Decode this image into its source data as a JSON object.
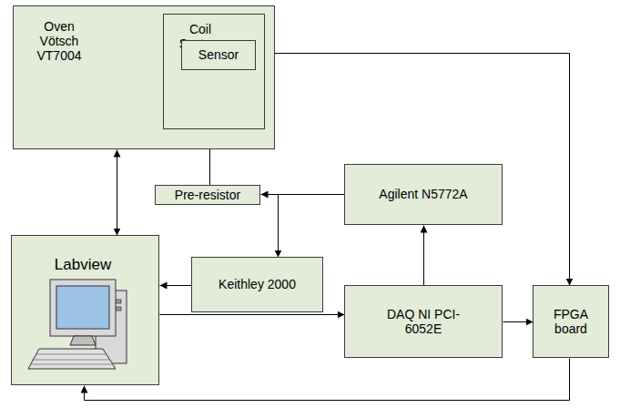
{
  "diagram": {
    "nodes": [
      {
        "text": [
          "Oven Vötsch VT7004"
        ]
      },
      {
        "text": [
          "Coil System"
        ],
        "in": 0
      },
      {
        "text": [
          "Sensor"
        ],
        "in": 1
      },
      {
        "text": [
          "Pre-resistor"
        ]
      },
      {
        "text": [
          "Agilent N5772A"
        ]
      },
      {
        "text": [
          "Labview"
        ]
      },
      {
        "text": [
          "Keithley 2000"
        ]
      },
      {
        "text": [
          "DAQ NI PCI-6052E"
        ]
      },
      {
        "text": [
          "FPGA board"
        ]
      }
    ],
    "edges": [
      {
        "from": 0,
        "to": 5,
        "arrow": "both"
      },
      {
        "from": 3,
        "to": 1,
        "arrow": "to"
      },
      {
        "from": 4,
        "to": 3,
        "arrow": "to"
      },
      {
        "from": 4,
        "to": 6,
        "arrow": "to"
      },
      {
        "from": 6,
        "to": 5,
        "arrow": "to"
      },
      {
        "from": 5,
        "to": 7,
        "arrow": "to"
      },
      {
        "from": 7,
        "to": 4,
        "arrow": "to"
      },
      {
        "from": 7,
        "to": 8,
        "arrow": "to"
      },
      {
        "from": 8,
        "to": 2,
        "arrow": "both"
      },
      {
        "from": 8,
        "to": 5,
        "arrow": "to"
      }
    ]
  }
}
